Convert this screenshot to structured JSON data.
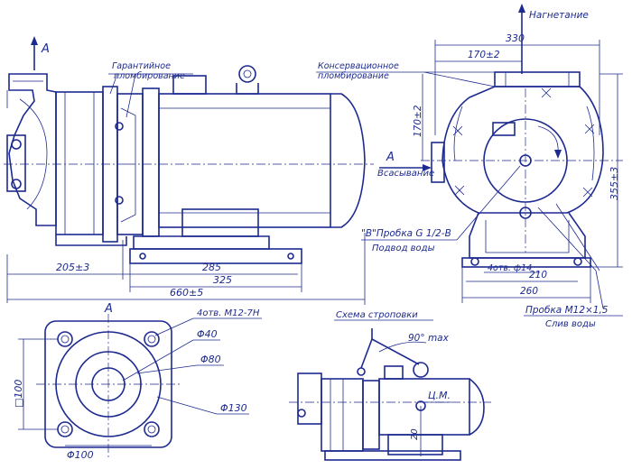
{
  "labels": {
    "discharge": "Нагнетание",
    "suction": "Всасывание",
    "view_a_top": "А",
    "view_a_side": "А",
    "view_a_bottom": "А",
    "guarantee_seal_1": "Гарантийное",
    "guarantee_seal_2": "пломбирование",
    "conservation_seal_1": "Консервационное",
    "conservation_seal_2": "пломбирование",
    "plug_g_1": "\"В\"Пробка G 1/2-В",
    "plug_g_2": "Подвод воды",
    "holes_bottom": "4отв. ф14",
    "plug_m_1": "Пробка М12×1,5",
    "plug_m_2": "Слив воды",
    "holes_flange": "4отв. М12-7Н",
    "sling_scheme": "Схема строповки",
    "angle_max": "90° max",
    "center_mass": "Ц.М."
  },
  "dimensions": {
    "d330": "330",
    "d170_top": "170±2",
    "d170_side": "170±2",
    "d355": "355±3",
    "d210": "210",
    "d260": "260",
    "d205": "205±3",
    "d285": "285",
    "d325": "325",
    "d660": "660±5",
    "phi40": "Φ40",
    "phi80": "Φ80",
    "phi130": "Φ130",
    "phi100": "Φ100",
    "sq100": "□100",
    "d20": "20"
  }
}
